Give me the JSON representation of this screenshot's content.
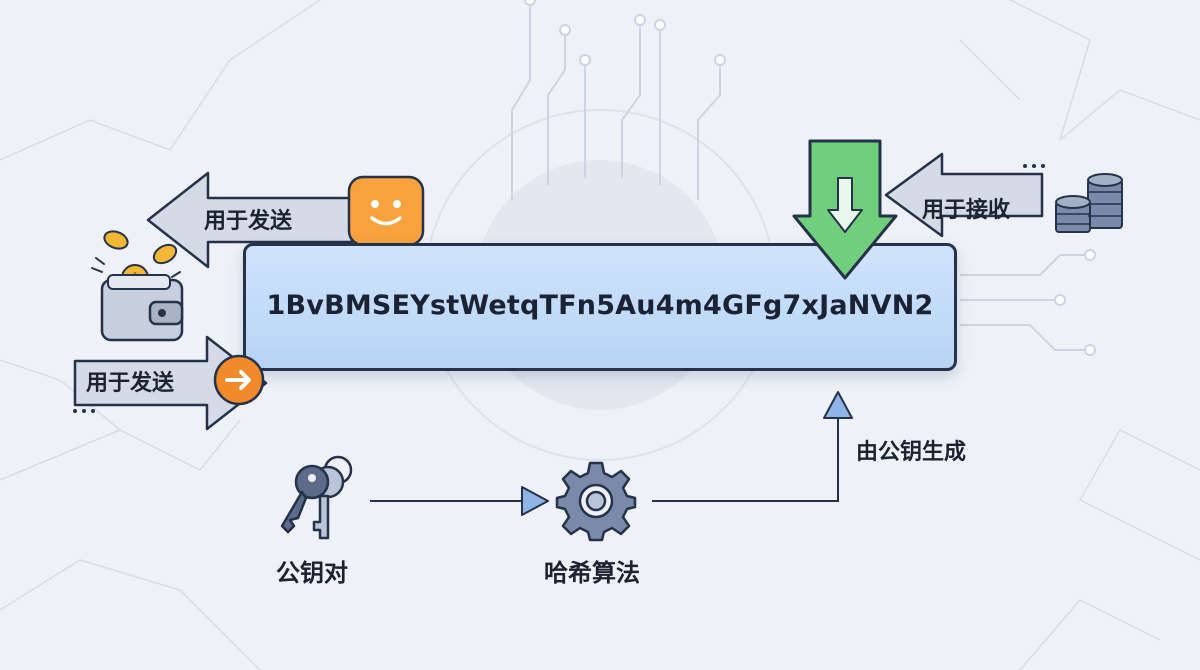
{
  "address": "1BvBMSEYstWetqTFn5Au4m4GFg7xJaNVN2",
  "labels": {
    "send_top": "用于发送",
    "send_bottom": "用于发送",
    "receive": "用于接收",
    "generated_from_pubkey": "由公钥生成",
    "key_pair": "公钥对",
    "hash_algorithm": "哈希算法"
  },
  "icons": {
    "wallet": "wallet-icon",
    "coins_falling": "coin-icon",
    "smiley": "smiley-icon",
    "arrow_circle": "arrow-right-circle-icon",
    "download": "download-arrow-icon",
    "coin_stack": "coin-stack-icon",
    "keys": "key-icon",
    "gear": "gear-icon",
    "coin_symbol": "$"
  },
  "colors": {
    "background": "#eef1f7",
    "address_box": "#c3dbf8",
    "arrow_fill": "#d4dbe6",
    "outline": "#26314a",
    "smiley": "#f7a23c",
    "circle_arrow": "#f08a2a",
    "download_green": "#6fcf7d",
    "coin_gold": "#f3b737",
    "icon_slate": "#5b6b89",
    "stack_blue": "#7b8aab"
  }
}
